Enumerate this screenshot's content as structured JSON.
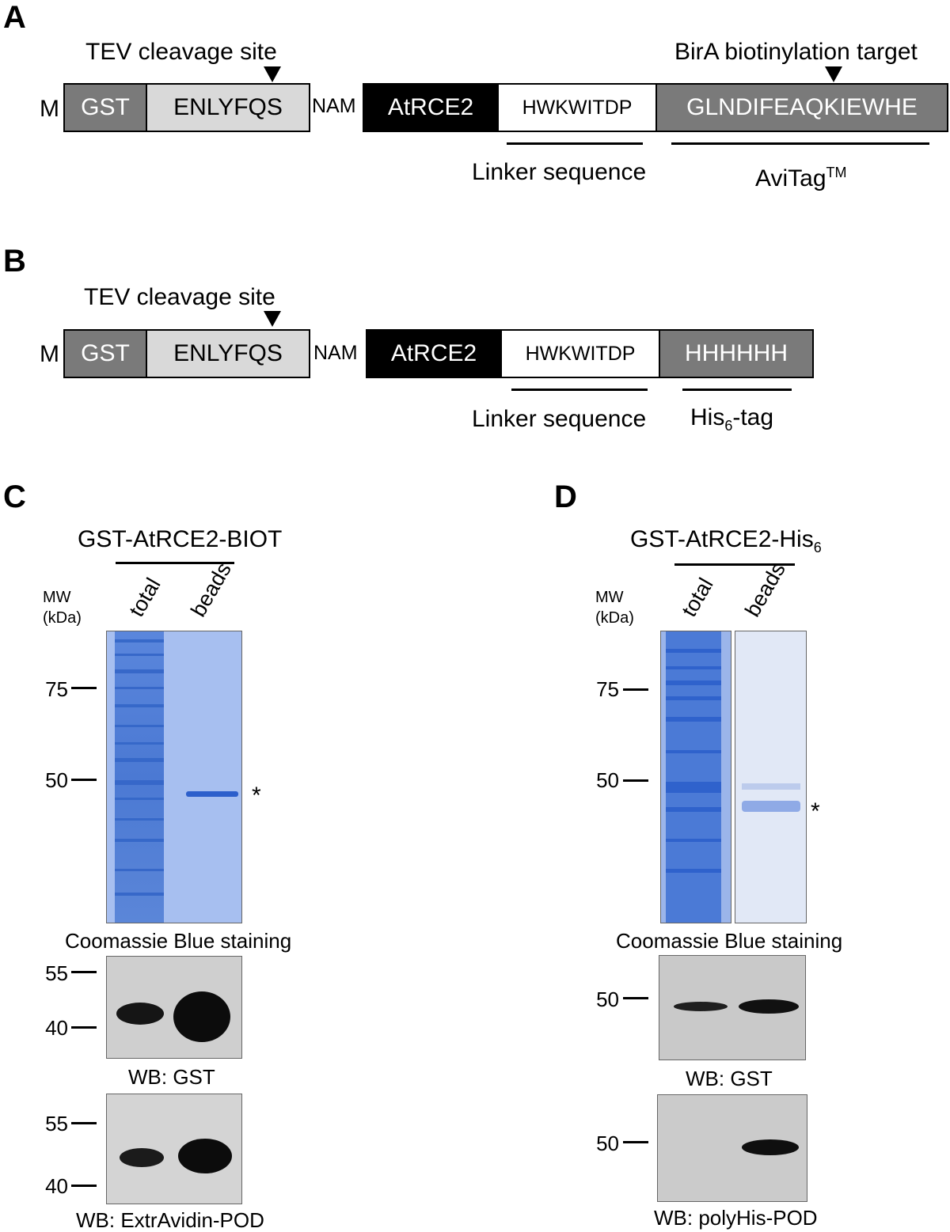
{
  "panelA": {
    "letter": "A",
    "tev_label": "TEV cleavage site",
    "bira_label": "BirA biotinylation target",
    "prefix": "M",
    "gst": "GST",
    "tev_seq": "ENLYFQS",
    "nam": "NAM",
    "atrce2": "AtRCE2",
    "linker_seq": "HWKWITDP",
    "avi_seq": "GLNDIFEAQKIEWHE",
    "linker_label": "Linker sequence",
    "avitag_label": "AviTag",
    "avitag_sup": "TM"
  },
  "panelB": {
    "letter": "B",
    "tev_label": "TEV cleavage site",
    "prefix": "M",
    "gst": "GST",
    "tev_seq": "ENLYFQS",
    "nam": "NAM",
    "atrce2": "AtRCE2",
    "linker_seq": "HWKWITDP",
    "his_seq": "HHHHHH",
    "linker_label": "Linker sequence",
    "his_label_main": "His",
    "his_label_sub": "6",
    "his_label_tail": "-tag"
  },
  "panelC": {
    "letter": "C",
    "construct": "GST-AtRCE2-BIOT",
    "mw_label_1": "MW",
    "mw_label_2": "(kDa)",
    "lane_total": "total",
    "lane_beads": "beads",
    "gel_markers": [
      "75",
      "50"
    ],
    "star": "*",
    "gel_caption": "Coomassie Blue staining",
    "wb1_markers": [
      "55",
      "40"
    ],
    "wb1_caption": "WB: GST",
    "wb2_markers": [
      "55",
      "40"
    ],
    "wb2_caption": "WB: ExtrAvidin-POD"
  },
  "panelD": {
    "letter": "D",
    "construct_main": "GST-AtRCE2-His",
    "construct_sub": "6",
    "mw_label_1": "MW",
    "mw_label_2": "(kDa)",
    "lane_total": "total",
    "lane_beads": "beads",
    "gel_markers": [
      "75",
      "50"
    ],
    "star": "*",
    "gel_caption": "Coomassie Blue staining",
    "wb1_markers": [
      "50"
    ],
    "wb1_caption": "WB: GST",
    "wb2_markers": [
      "50"
    ],
    "wb2_caption": "WB: polyHis-POD"
  },
  "colors": {
    "gel_blue": "#5b84d6",
    "gel_bg": "#9fb8e8",
    "blot_bg": "#d2d2d2",
    "band": "#111111",
    "dark_segment": "#7a7a7a",
    "light_segment": "#d9d9d9"
  }
}
